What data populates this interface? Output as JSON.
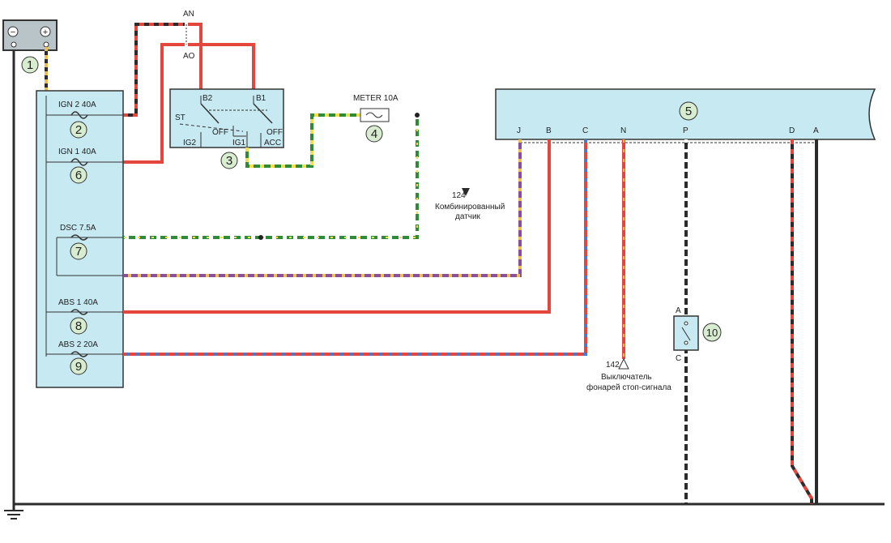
{
  "title": "Схема электрических соединений",
  "battery": {
    "minus": "−",
    "plus": "+",
    "callout": "1"
  },
  "fuse_box": {
    "fuses": [
      {
        "label": "IGN 2  40A",
        "callout": "2"
      },
      {
        "label": "IGN 1  40A",
        "callout": "6"
      },
      {
        "label": "DSC  7.5A",
        "callout": "7"
      },
      {
        "label": "ABS 1  40A",
        "callout": "8"
      },
      {
        "label": "ABS 2  20A",
        "callout": "9"
      }
    ]
  },
  "connectors": {
    "an": "AN",
    "ao": "AO"
  },
  "ignition_switch": {
    "callout": "3",
    "terminals": {
      "b2": "B2",
      "b1": "B1",
      "st": "ST",
      "off1": "OFF",
      "off2": "OFF",
      "ig2": "IG2",
      "ig1": "IG1",
      "acc": "ACC"
    }
  },
  "meter_fuse": {
    "label": "METER  10A",
    "callout": "4"
  },
  "combined_sensor": {
    "ref": "124",
    "label_line1": "Комбинированный",
    "label_line2": "датчик"
  },
  "module": {
    "callout": "5",
    "pins": [
      "J",
      "B",
      "C",
      "N",
      "P",
      "D",
      "A"
    ]
  },
  "stop_switch_ref": {
    "ref": "142",
    "label_line1": "Выключатель",
    "label_line2": "фонарей стоп-сигнала"
  },
  "switch10": {
    "callout": "10",
    "pin_a": "A",
    "pin_c": "C"
  },
  "colors": {
    "red": "#e2463c",
    "black": "#2b2b2b",
    "yellow": "#f0e050",
    "green": "#2f8a3a",
    "purple": "#8a4f9a",
    "blue": "#4a7ad0",
    "block": "#c6e9f2"
  }
}
